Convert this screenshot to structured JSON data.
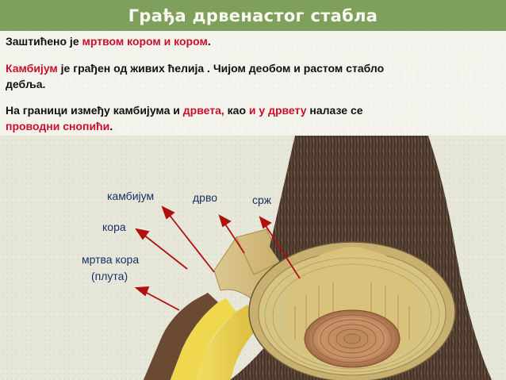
{
  "title": "Грађа дрвенастог стабла",
  "p1": {
    "t1": "Заштићено је ",
    "t2": "мртвом кором и кором",
    "t3": "."
  },
  "p2": {
    "t1": "Камбијум",
    "t2": " је грађен од живих ћелија . Чијом деобом и растом стабло",
    "t3": "дебља."
  },
  "p3": {
    "t1": "На граници између камбијума и ",
    "t2": "дрвета,",
    "t3": " као ",
    "t4": "и у дрвету",
    "t5": " налазе се",
    "t6": "проводни снопићи",
    "t7": "."
  },
  "labels": {
    "cambium": "камбијум",
    "wood": "дрво",
    "heartwood": "срж",
    "bark": "кора",
    "dead_bark_1": "мртва кора",
    "dead_bark_2": "(плута)"
  },
  "colors": {
    "title_bg": "#7fa05c",
    "highlight_red": "#c8102e",
    "label_blue": "#1b2f66",
    "arrow_red": "#b01010"
  }
}
